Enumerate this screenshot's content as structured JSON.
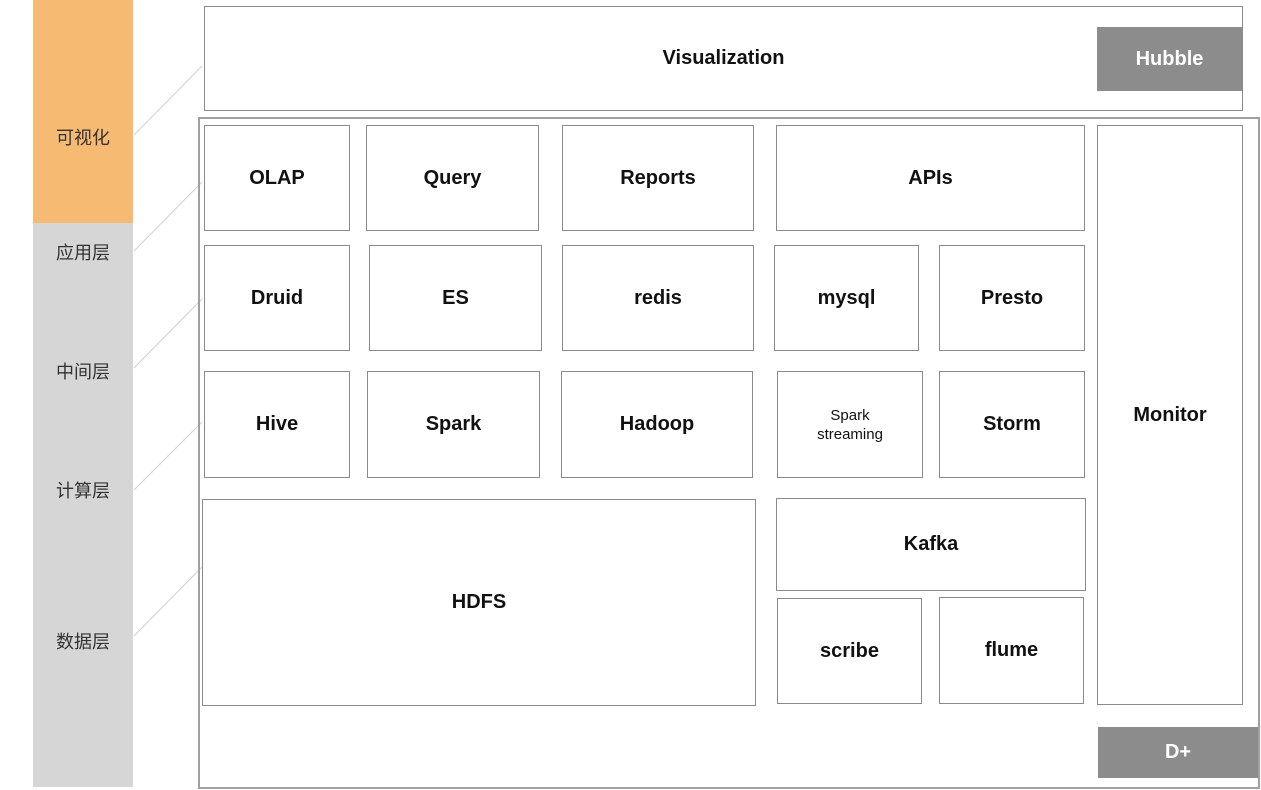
{
  "layers": [
    {
      "id": "visualization",
      "label": "可视化"
    },
    {
      "id": "application",
      "label": "应用层"
    },
    {
      "id": "middle",
      "label": "中间层"
    },
    {
      "id": "compute",
      "label": "计算层"
    },
    {
      "id": "data",
      "label": "数据层"
    }
  ],
  "top": {
    "visualization": "Visualization",
    "hubble": "Hubble"
  },
  "application": {
    "olap": "OLAP",
    "query": "Query",
    "reports": "Reports",
    "apis": "APIs"
  },
  "middle": {
    "druid": "Druid",
    "es": "ES",
    "redis": "redis",
    "mysql": "mysql",
    "presto": "Presto"
  },
  "compute": {
    "hive": "Hive",
    "spark": "Spark",
    "hadoop": "Hadoop",
    "spark_streaming_line1": "Spark",
    "spark_streaming_line2": "streaming",
    "storm": "Storm"
  },
  "data": {
    "hdfs": "HDFS",
    "kafka": "Kafka",
    "scribe": "scribe",
    "flume": "flume"
  },
  "side": {
    "monitor": "Monitor",
    "dplus": "D+"
  },
  "colors": {
    "highlight": "#f7ba73",
    "layer_bar": "#d6d6d6",
    "tag": "#8c8c8c",
    "border": "#8a8a8a"
  }
}
